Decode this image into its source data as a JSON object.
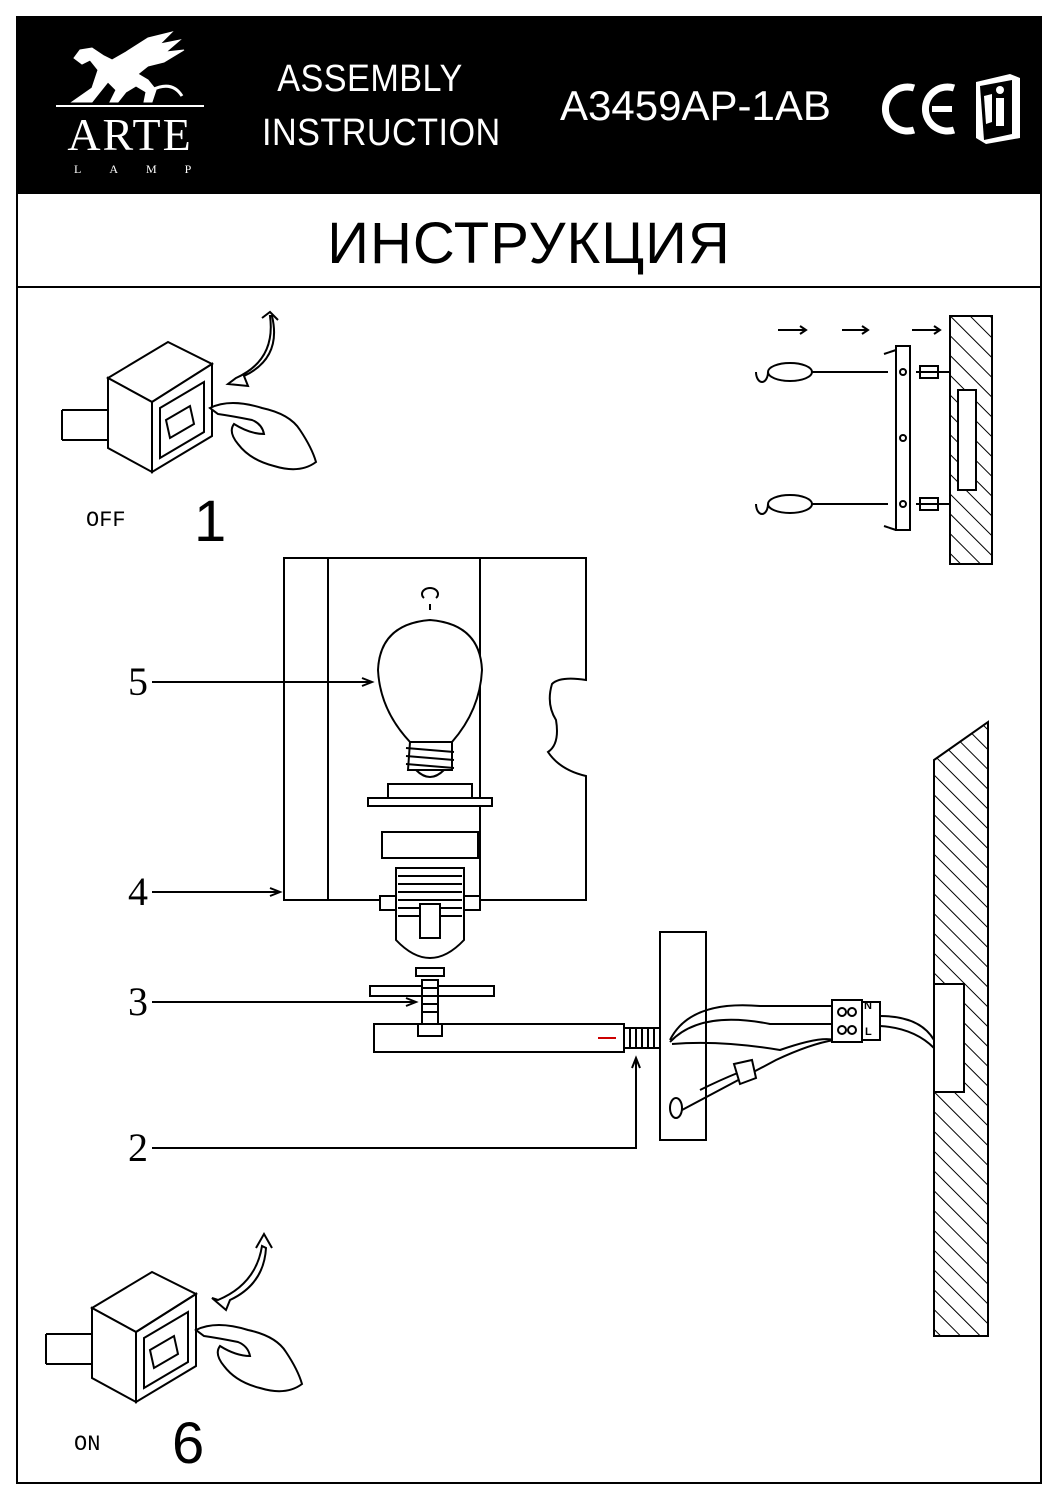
{
  "header": {
    "brand": {
      "name": "ARTE",
      "sub": "LAMP"
    },
    "title_line1": "ASSEMBLY",
    "title_line2": "INSTRUCTION",
    "model": "A3459AP-1AB",
    "ce_mark": "CE",
    "info_icon": "manual-info-icon"
  },
  "subtitle": "ИНСТРУКЦИЯ",
  "steps": {
    "off": {
      "label": "OFF",
      "number": "1"
    },
    "on": {
      "label": "ON",
      "number": "6"
    }
  },
  "parts": {
    "p2": "2",
    "p3": "3",
    "p4": "4",
    "p5": "5"
  },
  "terminal_labels": {
    "n": "N",
    "l": "L"
  },
  "colors": {
    "header_bg": "#000000",
    "header_text": "#ffffff",
    "line": "#000000"
  }
}
